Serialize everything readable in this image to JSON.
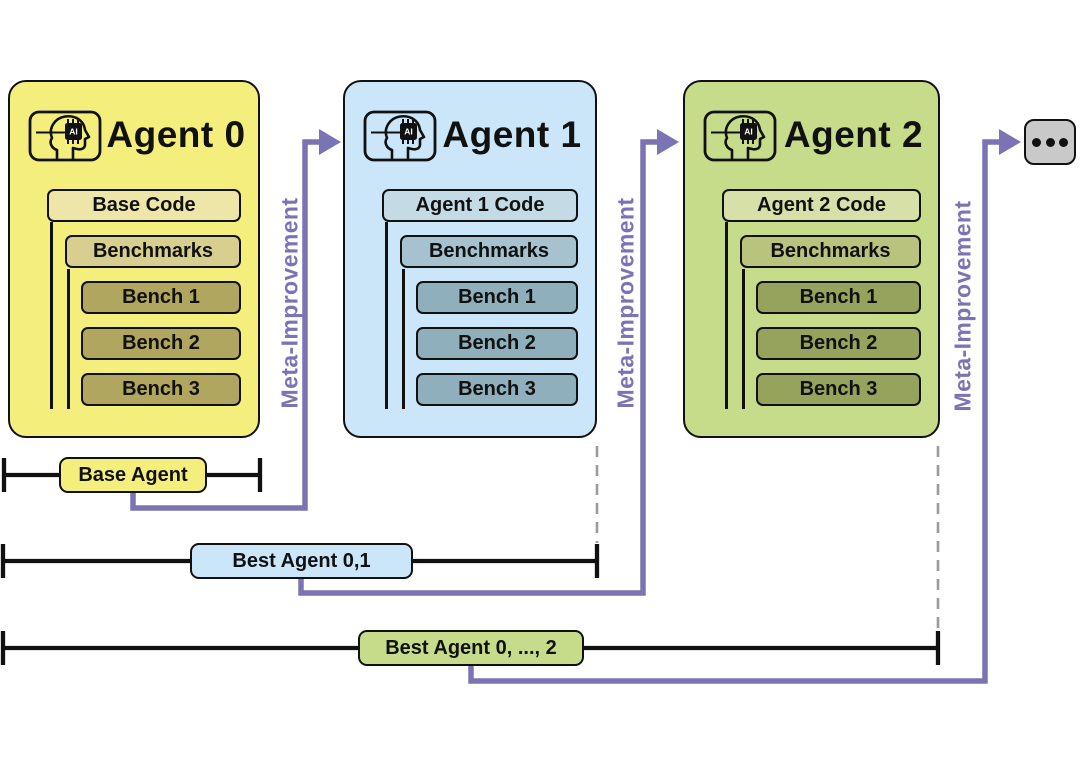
{
  "background_color": "#FFFFFF",
  "accent_purple": "#7C73B4",
  "dashed_line_color": "#9B9B9B",
  "agents": [
    {
      "title": "Agent 0",
      "code_label": "Base Code",
      "benchmarks_label": "Benchmarks",
      "bench_items": [
        "Bench 1",
        "Bench 2",
        "Bench 3"
      ],
      "card_color": "#F4EF7D",
      "code_color": "#EEE5A8",
      "benchmarks_color": "#D8CE8F",
      "bench_color": "#B1A65F",
      "icon": "ai-head-chip-icon"
    },
    {
      "title": "Agent 1",
      "code_label": "Agent 1 Code",
      "benchmarks_label": "Benchmarks",
      "bench_items": [
        "Bench 1",
        "Bench 2",
        "Bench 3"
      ],
      "card_color": "#CBE6F8",
      "code_color": "#C4DAE4",
      "benchmarks_color": "#A5C2CE",
      "bench_color": "#8FAFBC",
      "icon": "ai-head-chip-icon"
    },
    {
      "title": "Agent 2",
      "code_label": "Agent 2 Code",
      "benchmarks_label": "Benchmarks",
      "bench_items": [
        "Bench 1",
        "Bench 2",
        "Bench 3"
      ],
      "card_color": "#C6DC8B",
      "code_color": "#D6E0A8",
      "benchmarks_color": "#B9C37E",
      "bench_color": "#96A35C",
      "icon": "ai-head-chip-icon"
    }
  ],
  "meta_improvement_labels": [
    "Meta-Improvement",
    "Meta-Improvement",
    "Meta-Improvement"
  ],
  "more_agents": {
    "icon": "ellipsis-icon",
    "dots": 3
  },
  "timeline_brackets": [
    {
      "label": "Base Agent",
      "color": "#F4EF7D"
    },
    {
      "label": "Best Agent 0,1",
      "color": "#CBE6F8"
    },
    {
      "label": "Best Agent 0, ..., 2",
      "color": "#C6DC8B"
    }
  ]
}
